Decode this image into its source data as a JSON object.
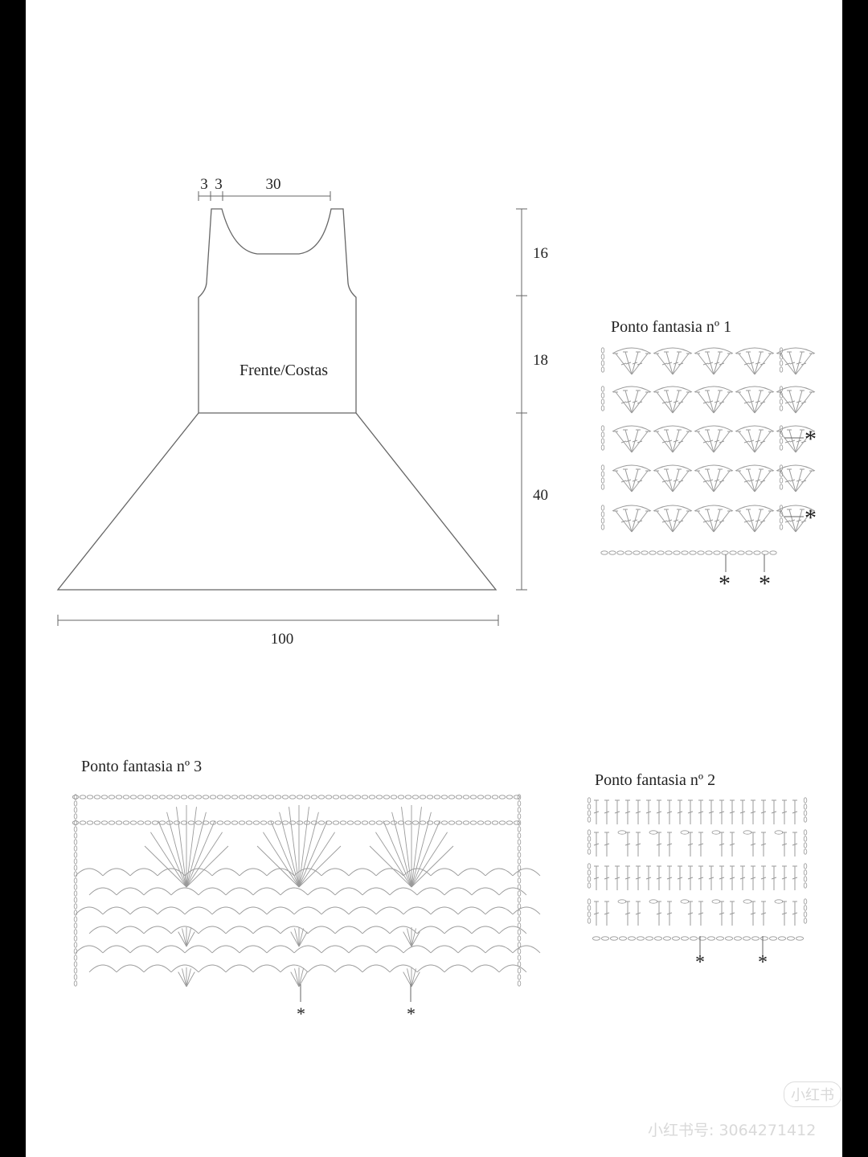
{
  "garment": {
    "piece_label": "Frente/Costas",
    "top_widths": [
      "3",
      "3",
      "30"
    ],
    "heights": [
      "16",
      "18",
      "40"
    ],
    "bottom_width": "100"
  },
  "charts": {
    "pattern1": {
      "title": "Ponto fantasia nº 1",
      "marks": [
        "*",
        "*",
        "*",
        "*"
      ]
    },
    "pattern2": {
      "title": "Ponto fantasia nº 2",
      "marks": [
        "*",
        "*"
      ]
    },
    "pattern3": {
      "title": "Ponto fantasia nº 3",
      "marks": [
        "*",
        "*"
      ]
    }
  },
  "watermark": {
    "logo": "小红书",
    "account": "小红书号: 3064271412"
  },
  "colors": {
    "line": "#555555",
    "stitch": "#9a9a9a",
    "paper": "#ffffff",
    "frame": "#000000"
  }
}
